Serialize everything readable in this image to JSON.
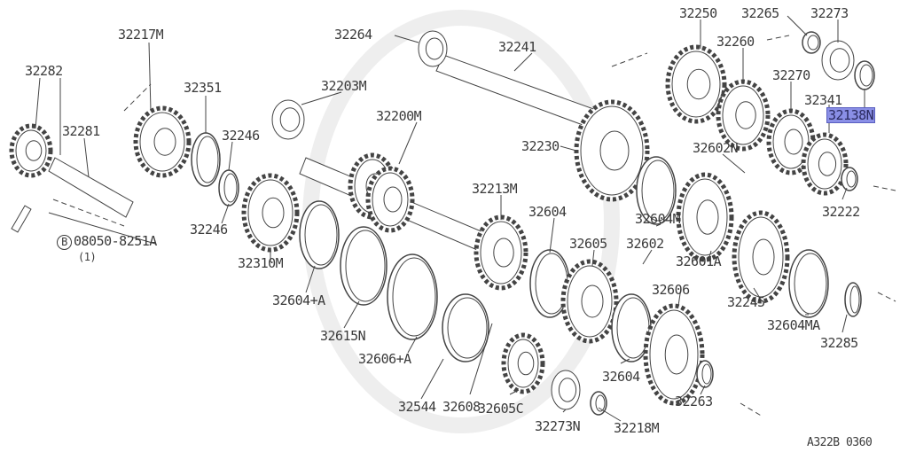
{
  "diagram": {
    "parts": [
      "32217M",
      "32282",
      "32281",
      "32351",
      "32246",
      "32246",
      "32310M",
      "32264",
      "32241",
      "32203M",
      "32200M",
      "32230",
      "32213M",
      "32604",
      "32604+A",
      "32615N",
      "32606+A",
      "32605",
      "32602",
      "32604M",
      "32601A",
      "32250",
      "32265",
      "32273",
      "32260",
      "32270",
      "32341",
      "32138N",
      "32602N",
      "32222",
      "32245",
      "32604MA",
      "32285",
      "32606",
      "32604",
      "32263",
      "32608",
      "32544",
      "32605C",
      "32273N",
      "32218M"
    ],
    "bolt": {
      "marker": "B",
      "part_number": "08050-8251A",
      "quantity": "(1)"
    },
    "highlighted_part": "32138N",
    "highlight_color": "#8a8fe6",
    "figure_code": "A322B 0360"
  }
}
